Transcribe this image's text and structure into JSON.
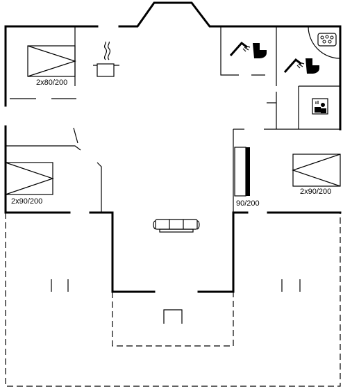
{
  "rooms": {
    "bedroom_top_left": {
      "bed_label": "2x80/200"
    },
    "bedroom_mid_left": {
      "bed_label": "2x90/200"
    },
    "bedroom_right": {
      "bed_label": "2x90/200"
    },
    "single_bed": {
      "bed_label": "90/200"
    }
  },
  "icons": {
    "kitchen": "cooking-pot-icon",
    "toilet_1": "shower-toilet-icon",
    "toilet_2": "shower-toilet-icon",
    "spa": "whirlpool-icon",
    "sauna": "sauna-icon",
    "sofa": "sofa-icon"
  },
  "colors": {
    "line": "#000000",
    "background": "#ffffff"
  }
}
